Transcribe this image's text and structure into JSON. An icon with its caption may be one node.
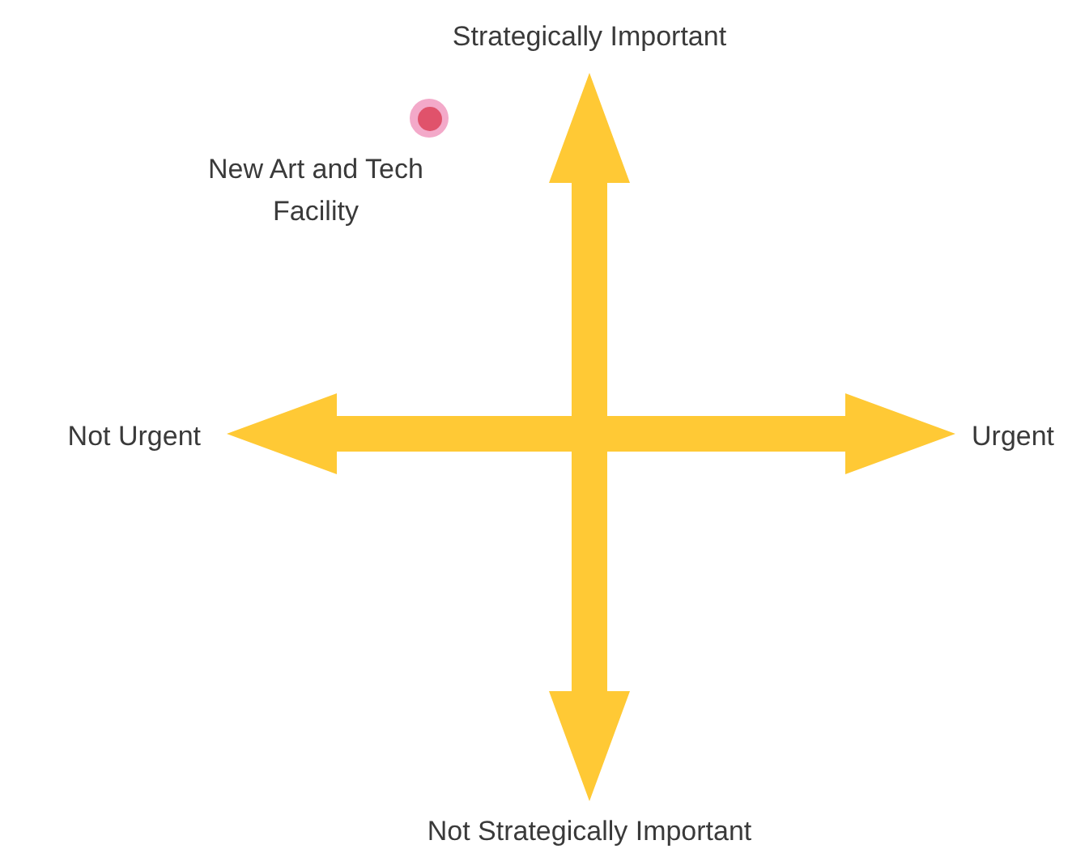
{
  "diagram": {
    "nodes": [
      {
        "text": [],
        "shape": "circle",
        "beside": [
          "New Art and Tech Facility"
        ]
      }
    ],
    "labels": [
      "Strategically Important",
      "Not Urgent",
      "Urgent",
      "Not Strategically Important"
    ]
  }
}
